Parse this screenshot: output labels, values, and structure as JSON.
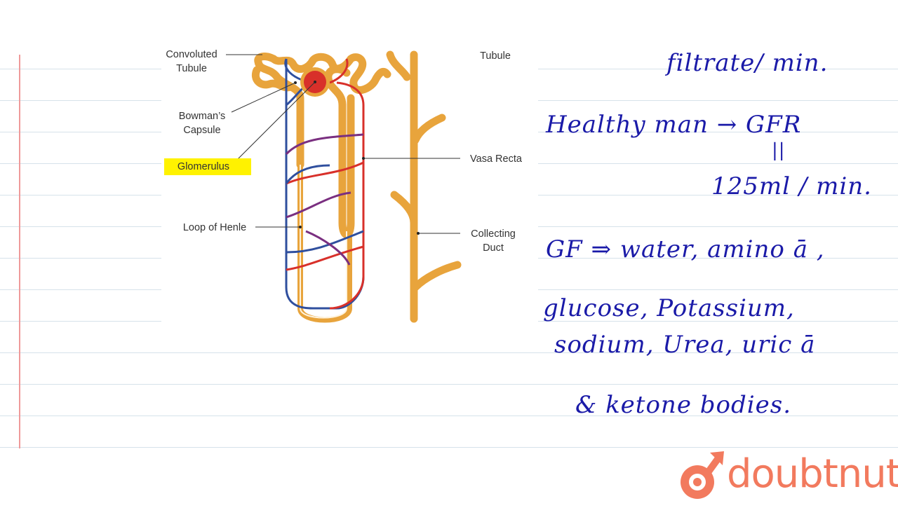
{
  "diagram": {
    "labels": {
      "convoluted_tubule": [
        "Convoluted",
        "Tubule"
      ],
      "tubule_right": "Tubule",
      "bowmans_capsule": [
        "Bowman’s",
        "Capsule"
      ],
      "glomerulus": "Glomerulus",
      "loop_of_henle": "Loop of Henle",
      "vasa_recta": "Vasa Recta",
      "collecting_duct": [
        "Collecting",
        "Duct"
      ]
    },
    "colors": {
      "tubule": "#e8a43c",
      "artery": "#d8302a",
      "vein": "#2f4f9e",
      "highlight": "#fff200"
    }
  },
  "notes": {
    "lines": [
      "filtrate/ min.",
      "Healthy man → GFR",
      "||",
      "125ml / min.",
      "GF ⇒  water, amino ā ,",
      "glucose, Potassium,",
      "sodium,  Urea, uric ā",
      "&  ketone bodies."
    ]
  },
  "brand": {
    "name": "doubtnut",
    "logo_color": "#f27a5e"
  }
}
